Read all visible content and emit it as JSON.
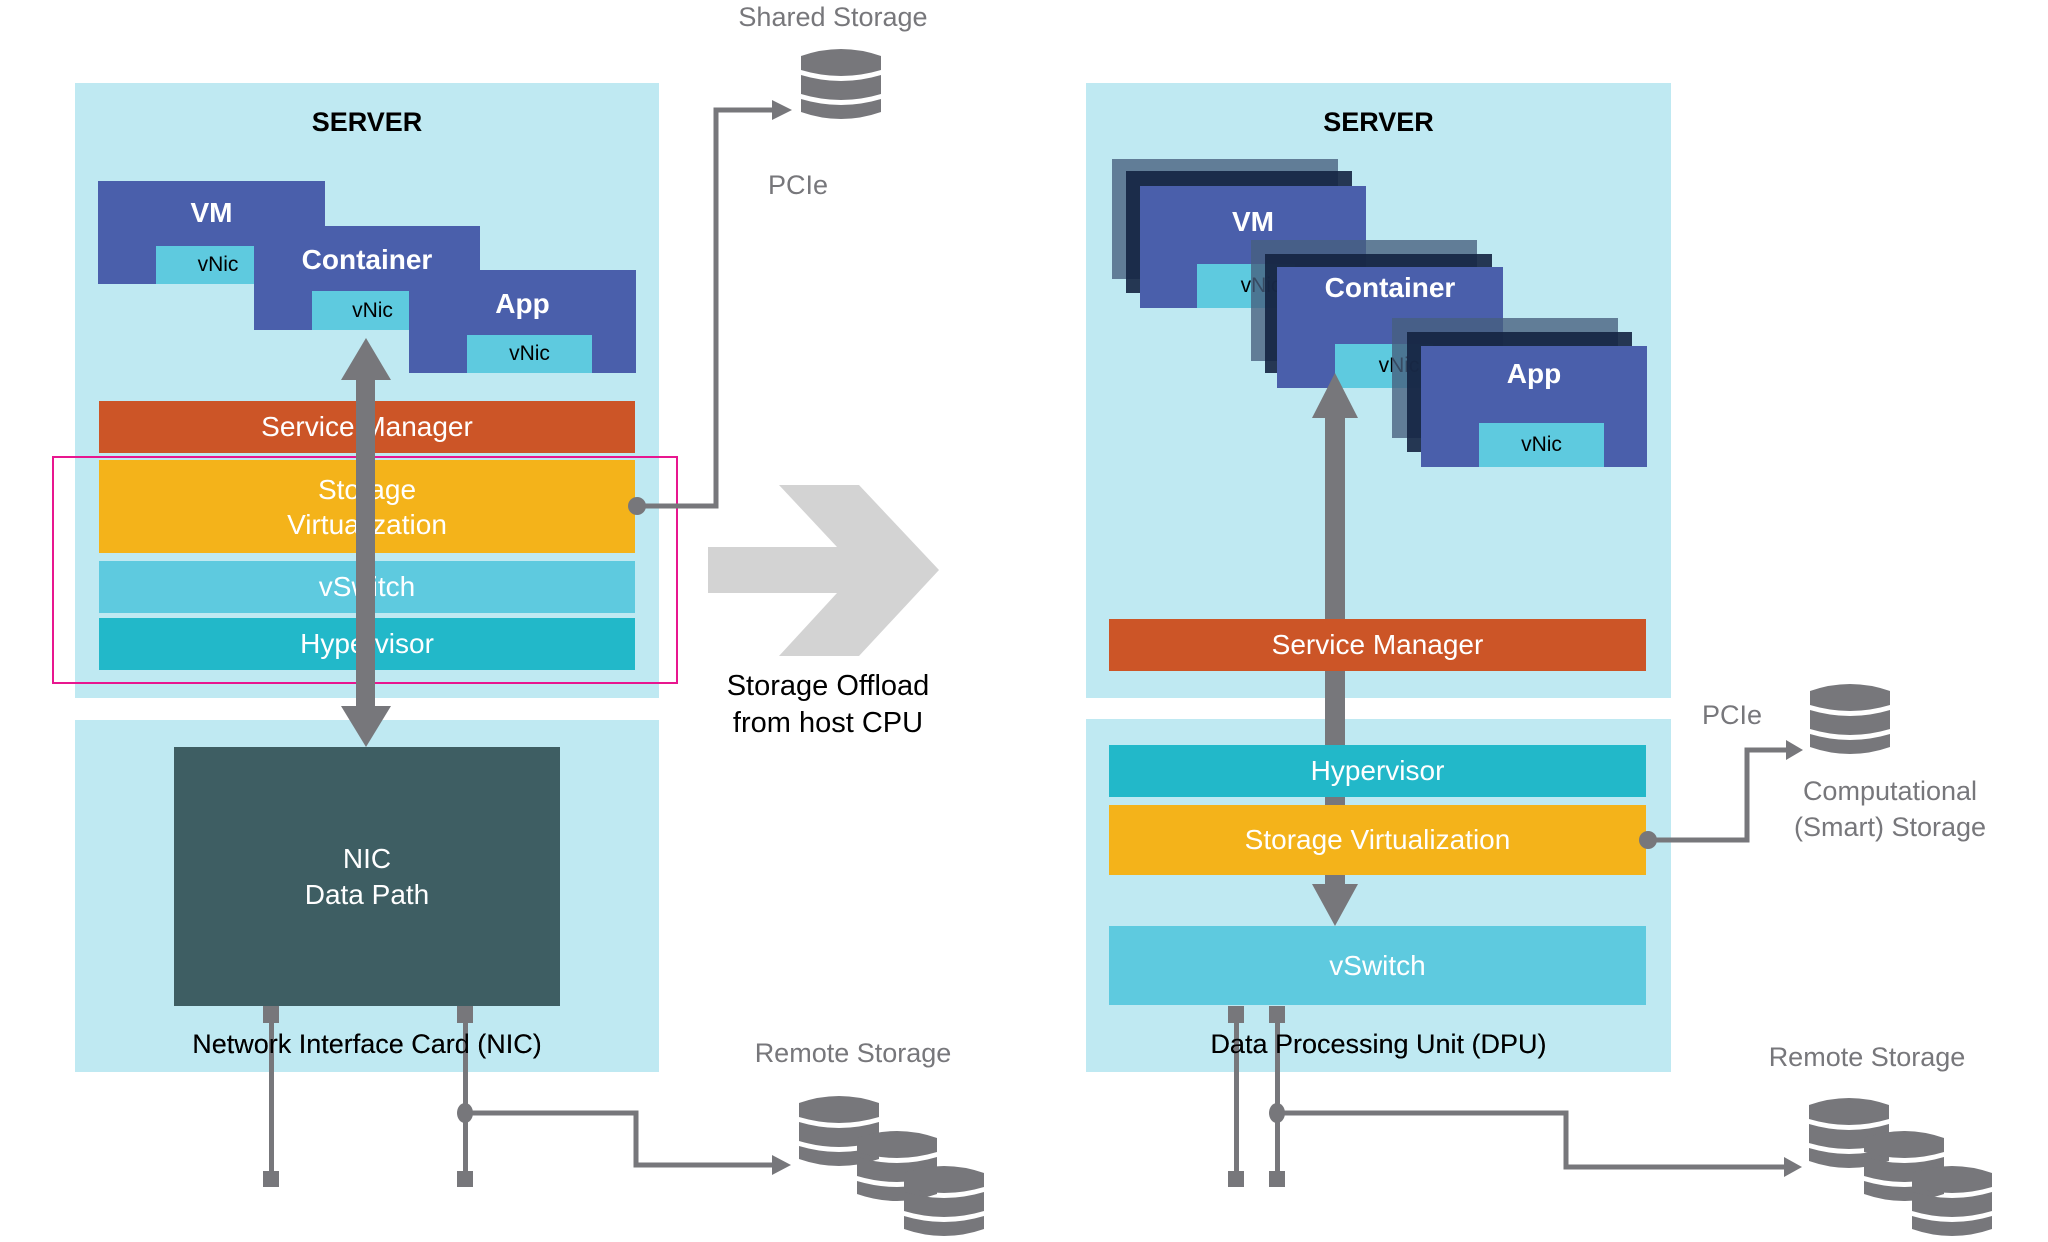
{
  "left": {
    "server_title": "SERVER",
    "vm": {
      "label": "VM",
      "vnic": "vNic"
    },
    "container": {
      "label": "Container",
      "vnic": "vNic"
    },
    "app": {
      "label": "App",
      "vnic": "vNic"
    },
    "service_manager": "Service Manager",
    "storage_virtualization_line1": "Storage",
    "storage_virtualization_line2": "Virtualization",
    "vswitch": "vSwitch",
    "hypervisor": "Hypervisor",
    "nic_line1": "NIC",
    "nic_line2": "Data Path",
    "nic_caption": "Network Interface Card (NIC)",
    "shared_storage": "Shared Storage",
    "pcie": "PCIe",
    "remote_storage": "Remote Storage"
  },
  "middle": {
    "offload_line1": "Storage Offload",
    "offload_line2": "from host CPU"
  },
  "right": {
    "server_title": "SERVER",
    "vm": {
      "label": "VM",
      "vnic": "vNic"
    },
    "container": {
      "label": "Container",
      "vnic": "vNic"
    },
    "app": {
      "label": "App",
      "vnic": "vNic"
    },
    "service_manager": "Service Manager",
    "hypervisor": "Hypervisor",
    "storage_virtualization": "Storage Virtualization",
    "vswitch": "vSwitch",
    "dpu_caption": "Data Processing Unit (DPU)",
    "pcie": "PCIe",
    "computational_line1": "Computational",
    "computational_line2": "(Smart) Storage",
    "remote_storage": "Remote Storage"
  },
  "colors": {
    "panel": "#bfe9f2",
    "workload_blue": "#4a5fab",
    "vnic_cyan": "#5ecadf",
    "service_manager": "#cc5527",
    "storage_virtualization": "#f4b31a",
    "vswitch": "#5ecadf",
    "hypervisor": "#22b8c9",
    "nic_datapath": "#3e5e63",
    "connector_gray": "#77777b",
    "highlight_pink": "#e8168f",
    "offload_arrow": "#d3d3d3"
  }
}
